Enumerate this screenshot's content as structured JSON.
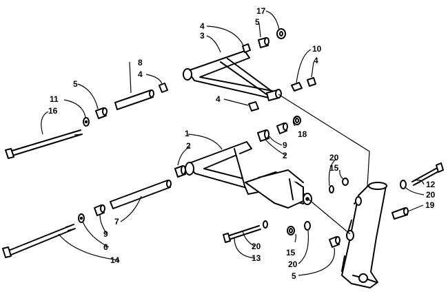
{
  "callouts": {
    "c1": "1",
    "c2a": "2",
    "c2b": "2",
    "c3": "3",
    "c4a": "4",
    "c4b": "4",
    "c4c": "4",
    "c4d": "4",
    "c5a": "5",
    "c5b": "5",
    "c5c": "5",
    "c6": "6",
    "c7": "7",
    "c8": "8",
    "c9a": "9",
    "c9b": "9",
    "c10": "10",
    "c11": "11",
    "c12": "12",
    "c13": "13",
    "c14": "14",
    "c15a": "15",
    "c15b": "15",
    "c16": "16",
    "c17": "17",
    "c18": "18",
    "c19": "19",
    "c20a": "20",
    "c20b": "20",
    "c20c": "20",
    "c20d": "20"
  }
}
